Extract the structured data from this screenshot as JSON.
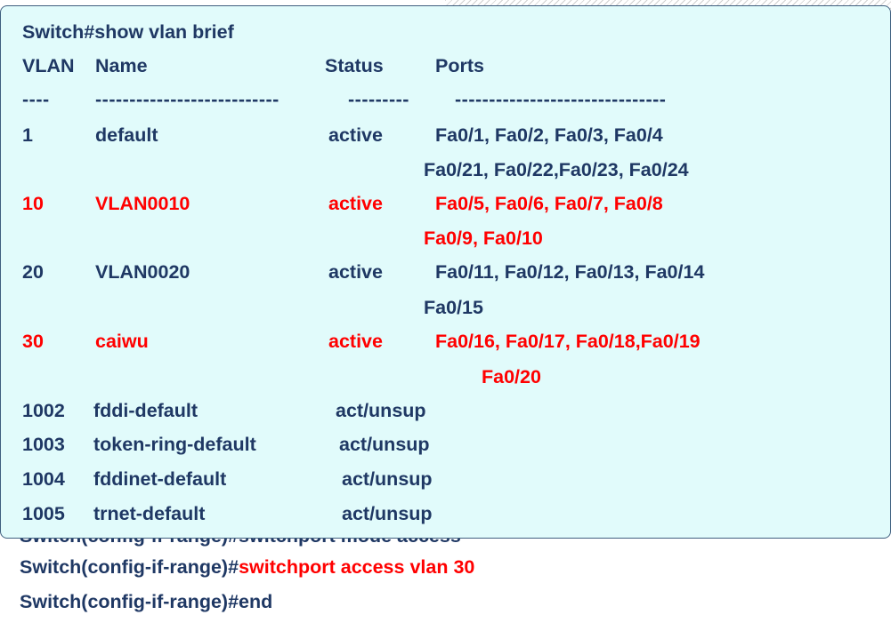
{
  "behind_commands": {
    "partial_line": "Switch(config-if-range)#switchport mode access",
    "line2_prefix": "Switch(config-if-range)#",
    "line2_command": "switchport access vlan 30",
    "line3": "Switch(config-if-range)#end"
  },
  "panel": {
    "command": "Switch#show vlan brief",
    "headers": {
      "vlan": "VLAN",
      "name": "Name",
      "status": "Status",
      "ports": "Ports"
    },
    "separators": {
      "vlan": "----",
      "name": "---------------------------",
      "status": "---------",
      "ports": "-------------------------------"
    },
    "rows": [
      {
        "vlan": "1",
        "name": "default",
        "status": "active",
        "ports": "Fa0/1, Fa0/2, Fa0/3, Fa0/4",
        "ports_cont": "Fa0/21, Fa0/22,Fa0/23, Fa0/24",
        "highlight": false
      },
      {
        "vlan": "10",
        "name": "VLAN0010",
        "status": "active",
        "ports": "Fa0/5, Fa0/6, Fa0/7, Fa0/8",
        "ports_cont": "Fa0/9, Fa0/10",
        "highlight": true
      },
      {
        "vlan": "20",
        "name": "VLAN0020",
        "status": "active",
        "ports": "Fa0/11, Fa0/12, Fa0/13, Fa0/14",
        "ports_cont": "Fa0/15",
        "highlight": false
      },
      {
        "vlan": "30",
        "name": "caiwu",
        "status": "active",
        "ports": "Fa0/16, Fa0/17, Fa0/18,Fa0/19",
        "ports_cont": "Fa0/20",
        "highlight": true
      },
      {
        "vlan": "1002",
        "name": "fddi-default",
        "status": "act/unsup",
        "highlight": false
      },
      {
        "vlan": "1003",
        "name": "token-ring-default",
        "status": "act/unsup",
        "highlight": false
      },
      {
        "vlan": "1004",
        "name": "fddinet-default",
        "status": "act/unsup",
        "highlight": false
      },
      {
        "vlan": "1005",
        "name": "trnet-default",
        "status": "act/unsup",
        "highlight": false
      }
    ]
  },
  "colors": {
    "text": "#1f3864",
    "highlight": "#ff0000",
    "panel_background": "#e1fbfb",
    "panel_border": "#3f5f7f"
  }
}
